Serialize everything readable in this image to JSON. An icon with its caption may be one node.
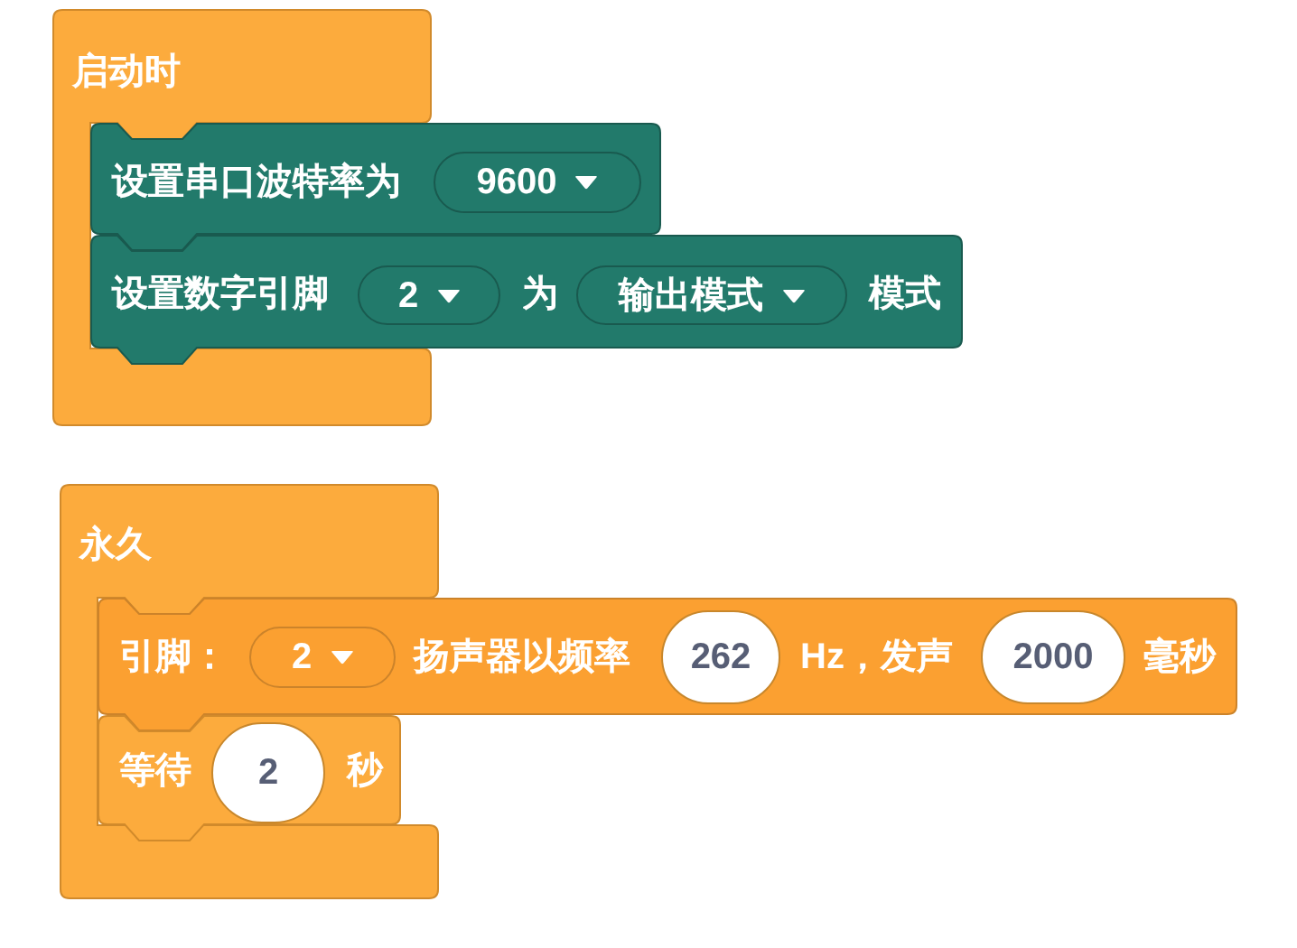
{
  "diagram": {
    "nodes": [
      {
        "text": [
          "启动时"
        ]
      },
      {
        "text": [
          "设置串口波特率为"
        ]
      },
      {
        "text": [
          "9600"
        ],
        "in": 1
      },
      {
        "text": [
          "设置数字引脚",
          "为",
          "模式"
        ]
      },
      {
        "text": [
          "2"
        ],
        "in": 3
      },
      {
        "text": [
          "输出模式"
        ],
        "in": 3
      },
      {
        "text": [
          "永久"
        ]
      },
      {
        "text": [
          "引脚：",
          "扬声器以频率",
          "Hz，发声",
          "毫秒"
        ]
      },
      {
        "text": [
          "2"
        ],
        "in": 7
      },
      {
        "text": [
          "262"
        ],
        "in": 7
      },
      {
        "text": [
          "2000"
        ],
        "in": 7
      },
      {
        "text": [
          "等待",
          "秒"
        ]
      },
      {
        "text": [
          "2"
        ],
        "in": 11
      }
    ]
  }
}
